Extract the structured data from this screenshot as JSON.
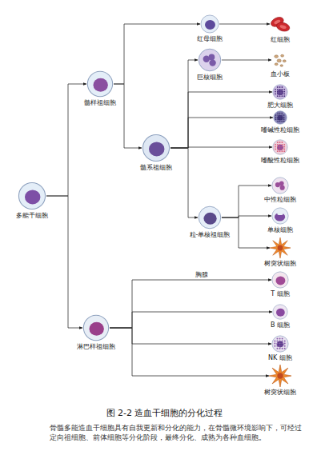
{
  "diagram": {
    "caption": "图 2-2 造血干细胞的分化过程",
    "nodes": [
      {
        "text": [
          "多能干细胞"
        ]
      },
      {
        "text": [
          "髓样祖细胞"
        ]
      },
      {
        "text": [
          "淋巴样祖细胞"
        ]
      },
      {
        "text": [
          "红母细胞"
        ]
      },
      {
        "text": [
          "巨核细胞"
        ]
      },
      {
        "text": [
          "髓系祖细胞"
        ]
      },
      {
        "text": [
          "粒-单核祖细胞"
        ]
      },
      {
        "text": [
          "红细胞"
        ]
      },
      {
        "text": [
          "血小板"
        ]
      },
      {
        "text": [
          "肥大细胞"
        ]
      },
      {
        "text": [
          "嗜碱性粒细胞"
        ]
      },
      {
        "text": [
          "嗜酸性粒细胞"
        ]
      },
      {
        "text": [
          "中性粒细胞"
        ]
      },
      {
        "text": [
          "单核细胞"
        ]
      },
      {
        "text": [
          "树突状细胞"
        ]
      },
      {
        "text": [
          "T 细胞"
        ]
      },
      {
        "text": [
          "B 细胞"
        ]
      },
      {
        "text": [
          "NK 细胞"
        ]
      },
      {
        "text": [
          "树突状细胞"
        ]
      }
    ],
    "edges": [
      {
        "from": 0,
        "to": 1,
        "arrow": "to"
      },
      {
        "from": 0,
        "to": 2,
        "arrow": "to"
      },
      {
        "from": 1,
        "to": 3,
        "arrow": "to"
      },
      {
        "from": 1,
        "to": 5,
        "arrow": "to"
      },
      {
        "from": 3,
        "to": 7,
        "arrow": "to"
      },
      {
        "from": 5,
        "to": 4,
        "arrow": "to"
      },
      {
        "from": 5,
        "to": 9,
        "arrow": "to"
      },
      {
        "from": 5,
        "to": 10,
        "arrow": "to"
      },
      {
        "from": 5,
        "to": 11,
        "arrow": "to"
      },
      {
        "from": 5,
        "to": 6,
        "arrow": "to"
      },
      {
        "from": 4,
        "to": 8,
        "arrow": "to"
      },
      {
        "from": 6,
        "to": 12,
        "arrow": "to"
      },
      {
        "from": 6,
        "to": 13,
        "arrow": "to"
      },
      {
        "from": 6,
        "to": 14,
        "arrow": "to"
      },
      {
        "from": 2,
        "to": 15,
        "label": "胸腺",
        "arrow": "to"
      },
      {
        "from": 2,
        "to": 16,
        "arrow": "to"
      },
      {
        "from": 2,
        "to": 17,
        "arrow": "to"
      },
      {
        "from": 2,
        "to": 18,
        "arrow": "to"
      }
    ],
    "labels": [
      "骨髓多能造血干细胞具有自我更新和分化的能力，在骨髓微环境影响下，可经过定向祖细胞、前体细胞等分化阶段，最终分化、成熟为各种血细胞。"
    ]
  }
}
